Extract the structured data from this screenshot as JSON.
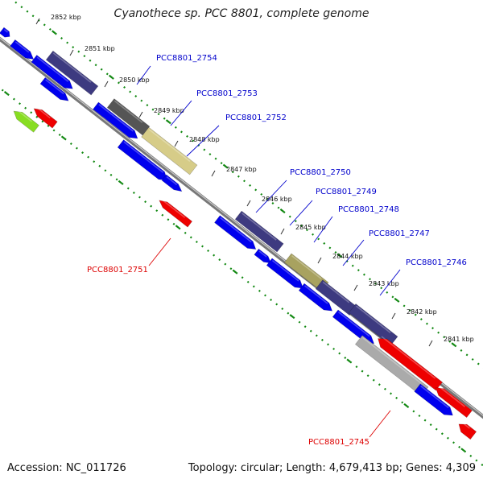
{
  "title": "Cyanothece sp. PCC 8801, complete genome",
  "footer": {
    "accession": "Accession: NC_011726",
    "topology": "Topology: circular; Length: 4,679,413 bp; Genes: 4,309"
  },
  "ticks": [
    "2852 kbp",
    "2851 kbp",
    "2850 kbp",
    "2849 kbp",
    "2848 kbp",
    "2847 kbp",
    "2846 kbp",
    "2845 kbp",
    "2844 kbp",
    "2843 kbp",
    "2842 kbp",
    "2841 kbp"
  ],
  "gene_labels": [
    {
      "text": "PCC8801_2754",
      "strand": "forward"
    },
    {
      "text": "PCC8801_2753",
      "strand": "forward"
    },
    {
      "text": "PCC8801_2752",
      "strand": "forward"
    },
    {
      "text": "PCC8801_2750",
      "strand": "forward"
    },
    {
      "text": "PCC8801_2749",
      "strand": "forward"
    },
    {
      "text": "PCC8801_2748",
      "strand": "forward"
    },
    {
      "text": "PCC8801_2747",
      "strand": "forward"
    },
    {
      "text": "PCC8801_2746",
      "strand": "forward"
    },
    {
      "text": "PCC8801_2751",
      "strand": "reverse"
    },
    {
      "text": "PCC8801_2745",
      "strand": "reverse"
    }
  ],
  "colors": {
    "forward_label": "#0000cc",
    "reverse_label": "#dd0000",
    "cds_forward": "#0000ee",
    "cds_reverse": "#ee0000",
    "feature_navy": "#3d3a80",
    "feature_gray": "#555555",
    "feature_khaki": "#d6cc88",
    "feature_olive": "#a8a260",
    "feature_lightgray": "#aaaaaa",
    "feature_lime": "#88dd22",
    "backbone": "#777777",
    "dotted_track": "#118811"
  }
}
